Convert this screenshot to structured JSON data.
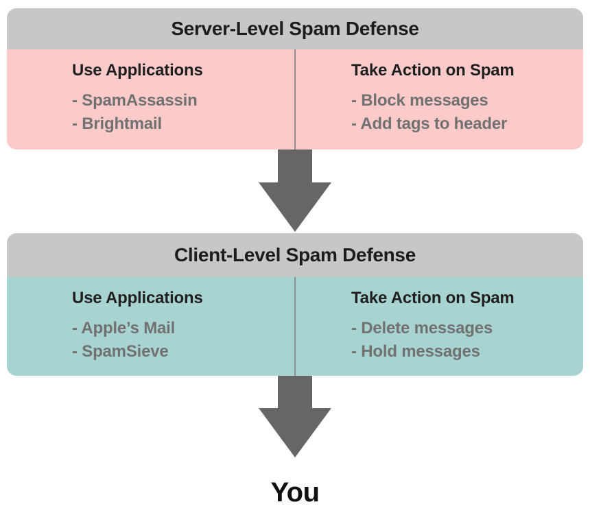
{
  "page": {
    "background": "#ffffff"
  },
  "colors": {
    "header_bg": "#c7c7c7",
    "server_body_bg": "#fbcaca",
    "client_body_bg": "#a7d3d1",
    "arrow": "#666666",
    "divider": "#8f8f8f",
    "heading_text": "#1c1c1c",
    "item_text": "#717171"
  },
  "boxes": [
    {
      "id": "server",
      "title": "Server-Level Spam Defense",
      "columns": [
        {
          "heading": "Use Applications",
          "items": [
            "- SpamAssassin",
            "- Brightmail"
          ]
        },
        {
          "heading": "Take Action on Spam",
          "items": [
            "- Block messages",
            "- Add tags to header"
          ]
        }
      ]
    },
    {
      "id": "client",
      "title": "Client-Level Spam Defense",
      "columns": [
        {
          "heading": "Use Applications",
          "items": [
            "- Apple’s Mail",
            "- SpamSieve"
          ]
        },
        {
          "heading": "Take Action on Spam",
          "items": [
            "- Delete messages",
            "- Hold messages"
          ]
        }
      ]
    }
  ],
  "footer": {
    "label": "You"
  }
}
